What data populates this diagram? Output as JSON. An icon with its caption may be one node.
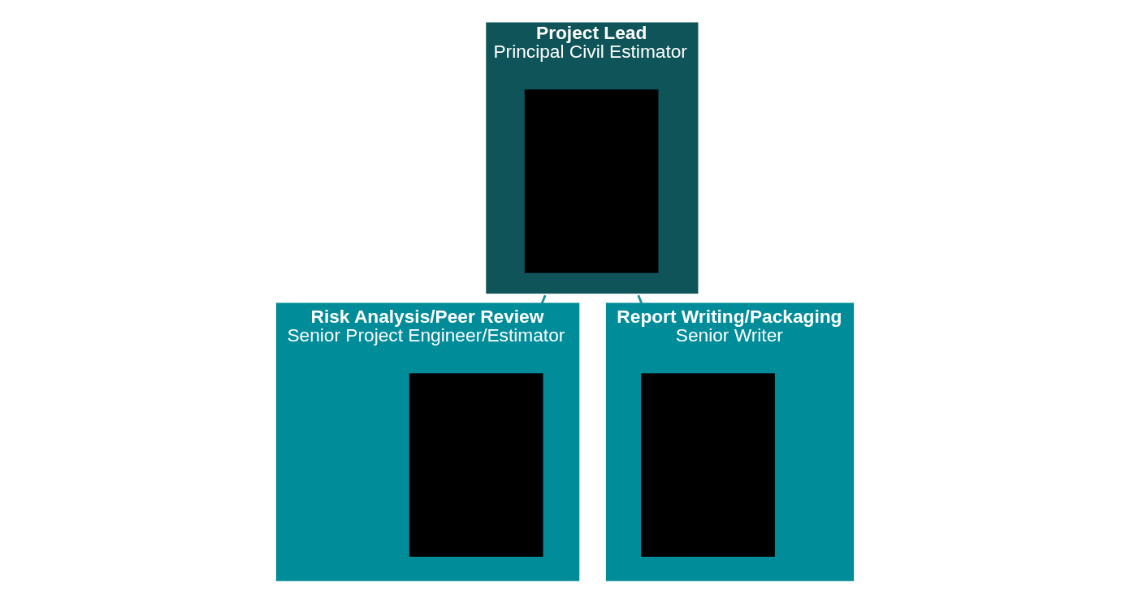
{
  "diagram": {
    "nodes": [
      {
        "text": [
          "Project Lead",
          "Principal Civil Estimator"
        ]
      },
      {
        "text": [],
        "shape": "box",
        "in": 0
      },
      {
        "text": [
          "Risk Analysis/Peer Review",
          "Senior Project Engineer/Estimator"
        ]
      },
      {
        "text": [],
        "shape": "box",
        "in": 2
      },
      {
        "text": [
          "Report Writing/Packaging",
          "Senior Writer"
        ]
      },
      {
        "text": [],
        "shape": "box",
        "in": 4
      }
    ],
    "edges": [
      {
        "from": 0,
        "to": 2,
        "arrow": "none"
      },
      {
        "from": 0,
        "to": 4,
        "arrow": "none"
      }
    ]
  }
}
